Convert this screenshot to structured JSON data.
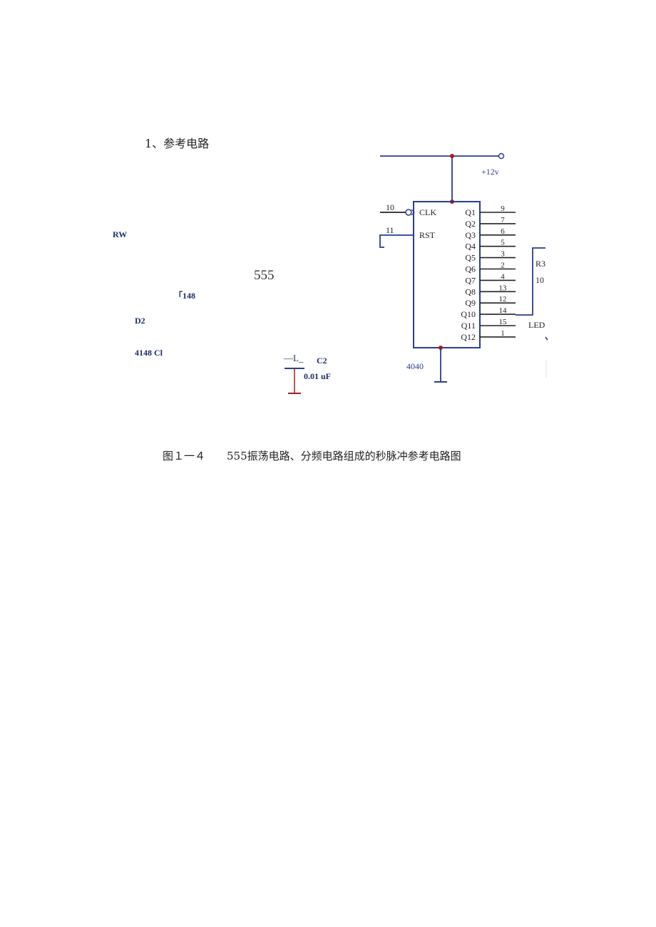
{
  "heading": "1、参考电路",
  "left_labels": {
    "rw": "RW",
    "timer": "555",
    "d_top": "「148",
    "d2": "D2",
    "d_bottom": "4148 Cl",
    "cap_symbol": "—L_",
    "c2": "C2",
    "c2_value": "0.01 uF"
  },
  "counter": {
    "name": "4040",
    "supply": "+12v",
    "clk_pin": "10",
    "clk_label": "CLK",
    "rst_pin": "11",
    "rst_label": "RST",
    "outputs": [
      {
        "label": "Q1",
        "pin": "9"
      },
      {
        "label": "Q2",
        "pin": "7"
      },
      {
        "label": "Q3",
        "pin": "6"
      },
      {
        "label": "Q4",
        "pin": "5"
      },
      {
        "label": "Q5",
        "pin": "3"
      },
      {
        "label": "Q6",
        "pin": "2"
      },
      {
        "label": "Q7",
        "pin": "4"
      },
      {
        "label": "Q8",
        "pin": "13"
      },
      {
        "label": "Q9",
        "pin": "12"
      },
      {
        "label": "Q10",
        "pin": "14"
      },
      {
        "label": "Q11",
        "pin": "15"
      },
      {
        "label": "Q12",
        "pin": "1"
      }
    ],
    "r3": "R3",
    "r3_value": "10",
    "led": "LED"
  },
  "caption": "图１一４　　555振荡电路、分频电路组成的秒脉冲参考电路图",
  "colors": {
    "wire": "#2a3d8f",
    "junction": "#b01818",
    "pin": "#222222"
  }
}
